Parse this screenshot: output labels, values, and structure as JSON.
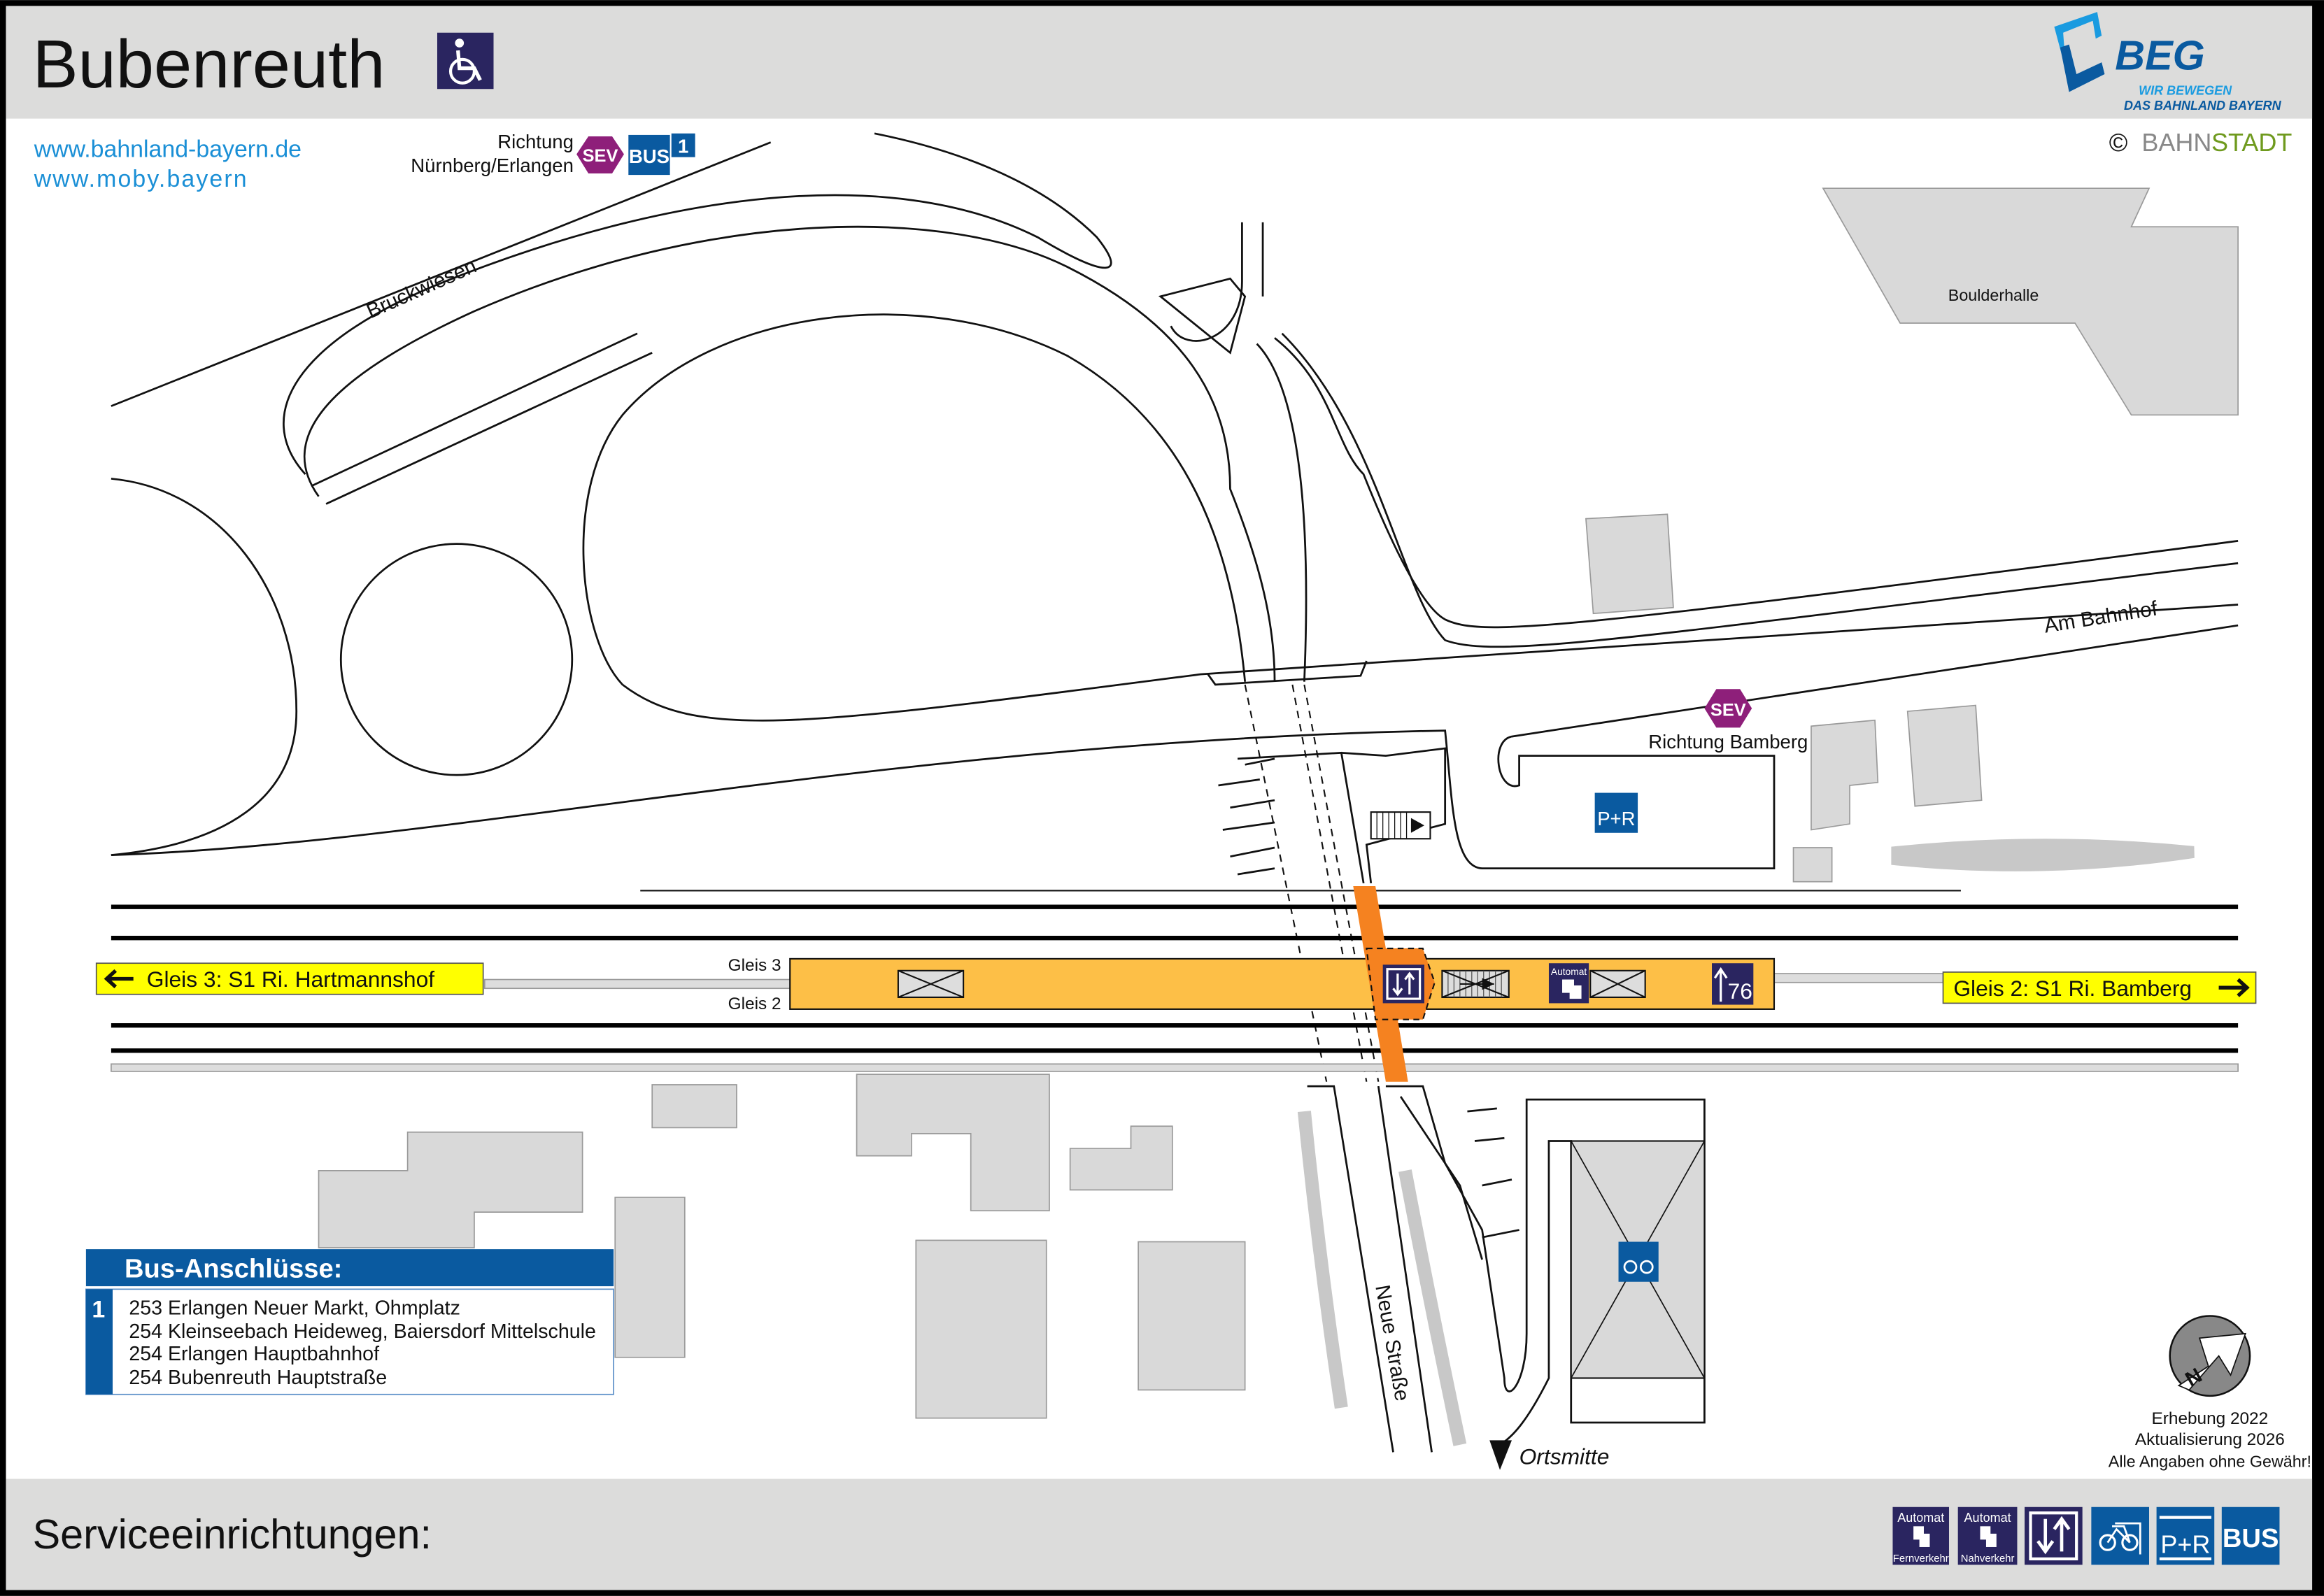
{
  "header": {
    "title": "Bubenreuth",
    "accessibility_icon": "wheelchair-icon",
    "logo": {
      "name": "BEG",
      "tagline_1": "WIR BEWEGEN",
      "tagline_2": "DAS BAHNLAND BAYERN"
    },
    "copyright": "©",
    "copyright_brand_1": "BAHN",
    "copyright_brand_2": "STADT"
  },
  "links": [
    "www.bahnland-bayern.de",
    "www.moby.bayern"
  ],
  "bus_stop_north": {
    "line1": "Richtung",
    "line2": "Nürnberg/Erlangen",
    "sev": "SEV",
    "bus": "BUS",
    "number": "1"
  },
  "bus_stop_east": {
    "sev": "SEV",
    "label": "Richtung Bamberg"
  },
  "streets": {
    "bruckwiesen": "Bruckwiesen",
    "am_bahnhof": "Am Bahnhof",
    "neue_strasse": "Neue Straße",
    "ortsmitte": "Ortsmitte"
  },
  "places": {
    "boulderhalle": "Boulderhalle",
    "park_ride": "P+R"
  },
  "platform": {
    "gleis3_label": "Gleis 3",
    "gleis2_label": "Gleis 2",
    "sign_left": "Gleis 3: S1 Ri. Hartmannshof",
    "sign_right": "Gleis 2: S1 Ri. Bamberg",
    "automat": "Automat",
    "height_sign": "76"
  },
  "bus_connections": {
    "title": "Bus-Anschlüsse:",
    "stop_number": "1",
    "lines": [
      "253 Erlangen Neuer Markt, Ohmplatz",
      "254 Kleinseebach Heideweg, Baiersdorf Mittelschule",
      "254 Erlangen Hauptbahnhof",
      "254 Bubenreuth Hauptstraße"
    ]
  },
  "compass": {
    "letter": "N"
  },
  "notes": [
    "Erhebung 2022",
    "Aktualisierung 2026",
    "Alle Angaben ohne Gewähr!"
  ],
  "footer": {
    "title": "Serviceeinrichtungen:",
    "icons": [
      {
        "name": "ticket-machine-long-distance",
        "top": "Automat",
        "bottom": "Fernverkehr"
      },
      {
        "name": "ticket-machine-local",
        "top": "Automat",
        "bottom": "Nahverkehr"
      },
      {
        "name": "stairs-access"
      },
      {
        "name": "bike-parking"
      },
      {
        "name": "park-and-ride",
        "label": "P+R"
      },
      {
        "name": "bus",
        "label": "BUS"
      }
    ]
  },
  "colors": {
    "navy": "#2a2560",
    "blue": "#0a5aa0",
    "light_blue": "#1a9be0",
    "platform": "#fdbf47",
    "access": "#f58220",
    "sign": "#ffff00",
    "sev": "#8e1f7a",
    "green": "#6f9a1e"
  }
}
